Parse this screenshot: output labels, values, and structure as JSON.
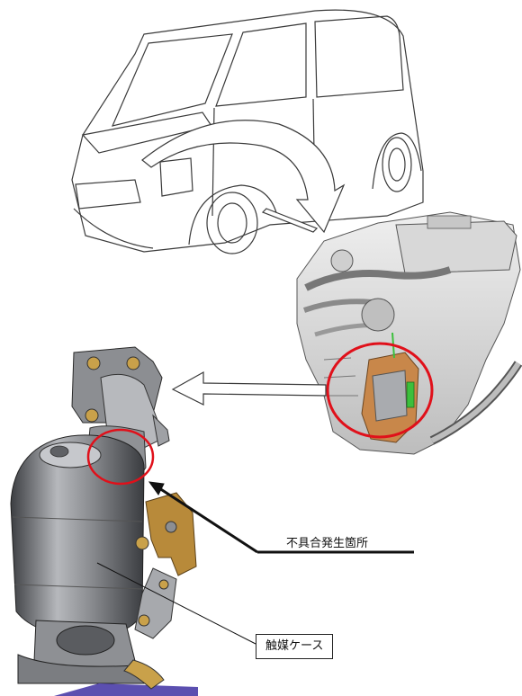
{
  "labels": {
    "defect_location": "不具合発生箇所",
    "catalyst_case": "触媒ケース"
  },
  "colors": {
    "highlight": "#e0101a",
    "outline": "#3a3a3a",
    "metal_dark": "#5d5f63",
    "metal_mid": "#9a9ca0",
    "metal_light": "#d9dadc",
    "bracket": "#b88a3a",
    "catalyst_copper": "#c8874a",
    "sensor_green": "#3cbf3c",
    "pipe_purple": "#5b4fb0"
  },
  "icons": {
    "vehicle": "minivan-outline",
    "engine": "engine-assembly",
    "catalyst": "catalytic-converter"
  }
}
